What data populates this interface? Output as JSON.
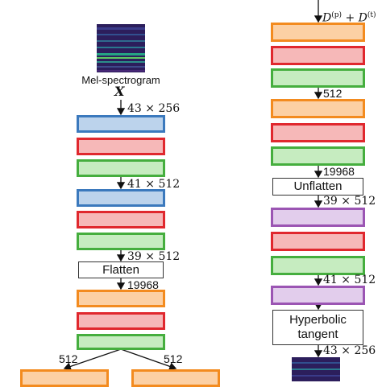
{
  "colors": {
    "blue_fill": "#bcd3ec",
    "blue_border": "#3b79bd",
    "red_fill": "#f6b8b8",
    "red_border": "#e0282e",
    "green_fill": "#c6ecc0",
    "green_border": "#45ae3e",
    "orange_fill": "#fcd0a4",
    "orange_border": "#f38b1f",
    "purple_fill": "#e2cdec",
    "purple_border": "#9b55b3",
    "spectrogram_bg": "#2c1e5c"
  },
  "encoder": {
    "spectrogram_label": "Mel-spectrogram",
    "input_symbol": "X",
    "dims_1": "43 × 256",
    "dims_2": "41 × 512",
    "dims_3": "39 × 512",
    "flatten_label": "Flatten",
    "dims_4": "19968",
    "branch_left": "512",
    "branch_right": "512"
  },
  "decoder": {
    "input_expr": "D(p) + D(t)",
    "dims_1": "512",
    "dims_2": "19968",
    "unflatten_label": "Unflatten",
    "dims_3": "39 × 512",
    "dims_4": "41 × 512",
    "tanh_label": "Hyperbolic tangent",
    "dims_5": "43 × 256"
  }
}
